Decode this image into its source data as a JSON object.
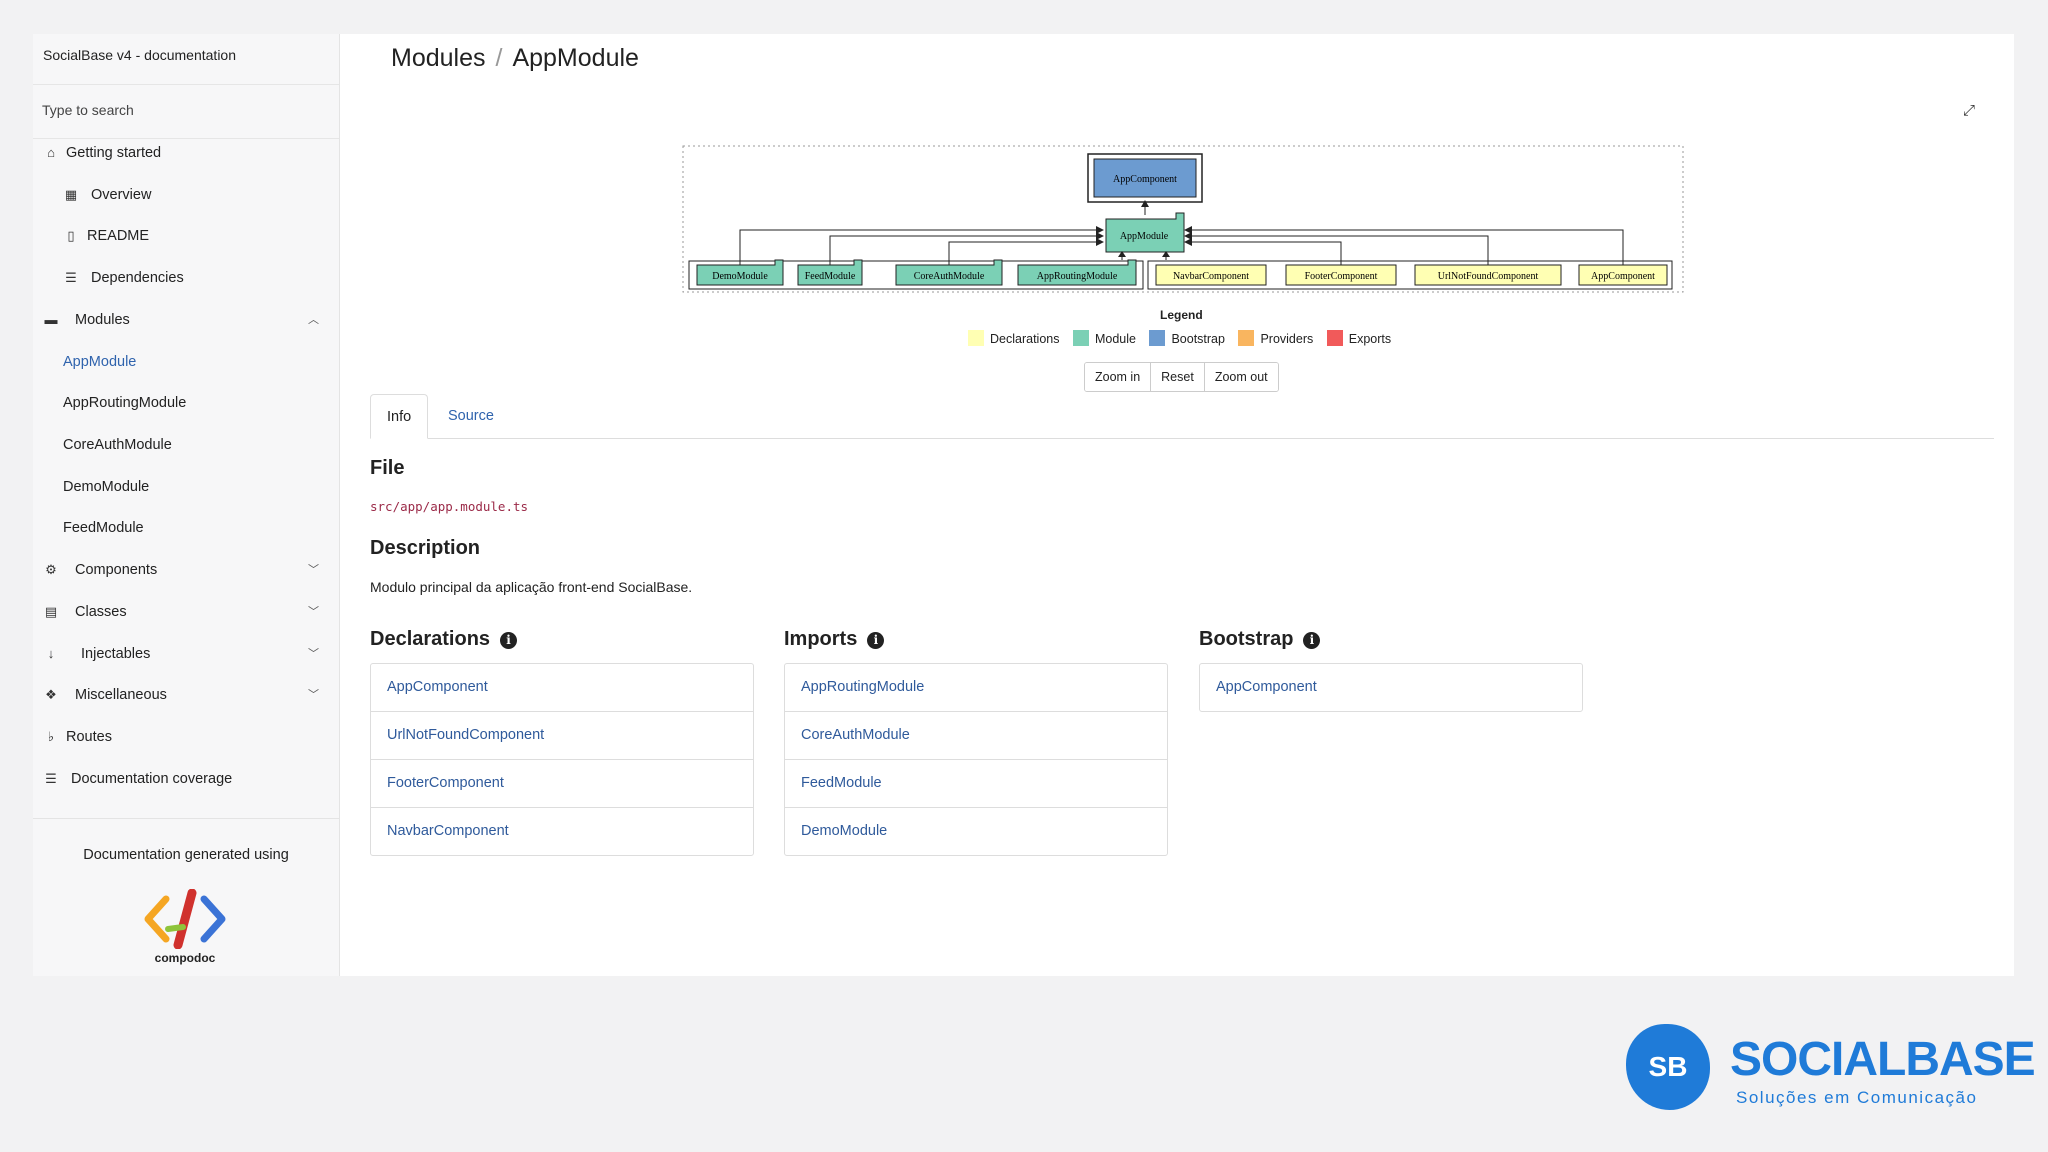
{
  "sidebar": {
    "title": "SocialBase v4 - documentation",
    "search_placeholder": "Type to search",
    "items": [
      {
        "label": "Getting started",
        "icon": "home-icon"
      },
      {
        "label": "Overview",
        "icon": "grid-icon"
      },
      {
        "label": "README",
        "icon": "file-icon"
      },
      {
        "label": "Dependencies",
        "icon": "list-icon"
      },
      {
        "label": "Modules",
        "icon": "archive-icon"
      },
      {
        "label": "AppModule"
      },
      {
        "label": "AppRoutingModule"
      },
      {
        "label": "CoreAuthModule"
      },
      {
        "label": "DemoModule"
      },
      {
        "label": "FeedModule"
      },
      {
        "label": "Components",
        "icon": "cogs-icon"
      },
      {
        "label": "Classes",
        "icon": "file-code-icon"
      },
      {
        "label": "Injectables",
        "icon": "arrow-down-icon"
      },
      {
        "label": "Miscellaneous",
        "icon": "cubes-icon"
      },
      {
        "label": "Routes",
        "icon": "route-icon"
      },
      {
        "label": "Documentation coverage",
        "icon": "tasks-icon"
      }
    ],
    "footer_text": "Documentation generated using",
    "logo_text": "compodoc"
  },
  "main": {
    "breadcrumb": [
      "Modules",
      "AppModule"
    ],
    "graph": {
      "root": "AppComponent",
      "module": "AppModule",
      "imports": [
        "DemoModule",
        "FeedModule",
        "CoreAuthModule",
        "AppRoutingModule"
      ],
      "declarations": [
        "NavbarComponent",
        "FooterComponent",
        "UrlNotFoundComponent",
        "AppComponent"
      ]
    },
    "legend": {
      "title": "Legend",
      "items": [
        {
          "label": "Declarations",
          "color": "#ffffb3"
        },
        {
          "label": "Module",
          "color": "#7bd0b5"
        },
        {
          "label": "Bootstrap",
          "color": "#6c9bd0"
        },
        {
          "label": "Providers",
          "color": "#f9b55f"
        },
        {
          "label": "Exports",
          "color": "#f15a5a"
        }
      ]
    },
    "zoom": {
      "in": "Zoom in",
      "reset": "Reset",
      "out": "Zoom out"
    },
    "tabs": {
      "info": "Info",
      "source": "Source"
    },
    "file_heading": "File",
    "file_path": "src/app/app.module.ts",
    "description_heading": "Description",
    "description": "Modulo principal da aplicação front-end SocialBase.",
    "declarations": {
      "title": "Declarations",
      "items": [
        "AppComponent",
        "UrlNotFoundComponent",
        "FooterComponent",
        "NavbarComponent"
      ]
    },
    "imports": {
      "title": "Imports",
      "items": [
        "AppRoutingModule",
        "CoreAuthModule",
        "FeedModule",
        "DemoModule"
      ]
    },
    "bootstrap": {
      "title": "Bootstrap",
      "items": [
        "AppComponent"
      ]
    }
  },
  "brand": {
    "initials": "SB",
    "name": "SOCIALBASE",
    "tagline": "Soluções em Comunicação"
  }
}
